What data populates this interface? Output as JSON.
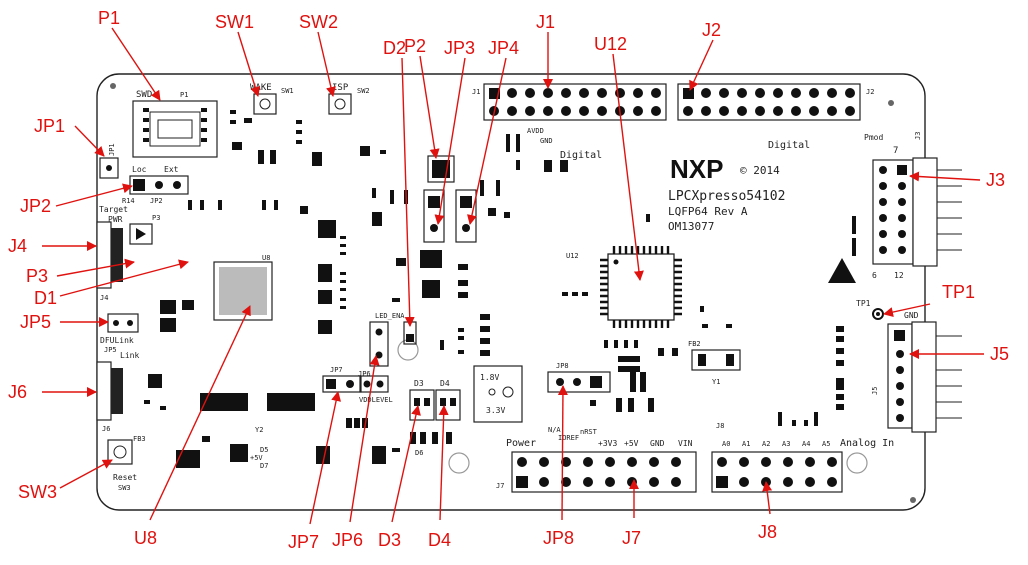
{
  "board": {
    "vendor": "NXP",
    "name": "LPCXpresso54102",
    "package_rev": "LQFP64  Rev A",
    "part": "OM13077",
    "year": "© 2014",
    "silk": {
      "swd": "SWD",
      "p1": "P1",
      "wake": "WAKE",
      "sw1": "SW1",
      "isp": "ISP",
      "sw2": "SW2",
      "jp1": "JP1",
      "loc": "Loc",
      "ext": "Ext",
      "r14": "R14",
      "jp2": "JP2",
      "target": "Target",
      "pwr": "PWR",
      "p3": "P3",
      "j4": "J4",
      "dfulink": "DFULink",
      "jp5": "JP5",
      "link": "Link",
      "j6": "J6",
      "reset": "Reset",
      "sw3": "SW3",
      "u8": "U8",
      "u12": "U12",
      "digital1": "Digital",
      "digital2": "Digital",
      "avdd": "AVDD",
      "gnd": "GND",
      "j1": "J1",
      "j2": "J2",
      "pmod": "Pmod",
      "j3": "J3",
      "seven": "7",
      "six": "6",
      "twelve": "12",
      "tp1": "TP1",
      "tpgnd": "GND",
      "j5": "J5",
      "power": "Power",
      "na": "N/A",
      "ioref": "IOREF",
      "nrst": "nRST",
      "v33": "+3V3",
      "v5": "+5V",
      "vin": "VIN",
      "j7": "J7",
      "j8": "J8",
      "analog": "Analog In",
      "a0": "A0",
      "a1": "A1",
      "a2": "A2",
      "a3": "A3",
      "a4": "A4",
      "a5": "A5",
      "jp8": "JP8",
      "y1": "Y1",
      "y2": "Y2",
      "fb2": "FB2",
      "fb3": "FB3",
      "v18": "1.8V",
      "v33b": "3.3V",
      "d3": "D3",
      "d4": "D4",
      "led_ena": "LED_ENA",
      "vddlevel": "VDDLEVEL",
      "jp6": "JP6",
      "jp7": "JP7",
      "plus5v": "+5V",
      "d5": "D5",
      "d7": "D7",
      "d6": "D6"
    }
  },
  "callouts": [
    {
      "id": "p1",
      "label": "P1"
    },
    {
      "id": "sw1",
      "label": "SW1"
    },
    {
      "id": "sw2",
      "label": "SW2"
    },
    {
      "id": "d2",
      "label": "D2"
    },
    {
      "id": "p2",
      "label": "P2"
    },
    {
      "id": "jp3",
      "label": "JP3"
    },
    {
      "id": "jp4",
      "label": "JP4"
    },
    {
      "id": "j1",
      "label": "J1"
    },
    {
      "id": "u12",
      "label": "U12"
    },
    {
      "id": "j2",
      "label": "J2"
    },
    {
      "id": "jp1",
      "label": "JP1"
    },
    {
      "id": "jp2",
      "label": "JP2"
    },
    {
      "id": "j4",
      "label": "J4"
    },
    {
      "id": "p3",
      "label": "P3"
    },
    {
      "id": "d1",
      "label": "D1"
    },
    {
      "id": "jp5",
      "label": "JP5"
    },
    {
      "id": "j6",
      "label": "J6"
    },
    {
      "id": "sw3",
      "label": "SW3"
    },
    {
      "id": "u8",
      "label": "U8"
    },
    {
      "id": "jp7",
      "label": "JP7"
    },
    {
      "id": "jp6",
      "label": "JP6"
    },
    {
      "id": "d3",
      "label": "D3"
    },
    {
      "id": "d4",
      "label": "D4"
    },
    {
      "id": "jp8",
      "label": "JP8"
    },
    {
      "id": "j7",
      "label": "J7"
    },
    {
      "id": "j8",
      "label": "J8"
    },
    {
      "id": "j3",
      "label": "J3"
    },
    {
      "id": "tp1",
      "label": "TP1"
    },
    {
      "id": "j5",
      "label": "J5"
    }
  ]
}
